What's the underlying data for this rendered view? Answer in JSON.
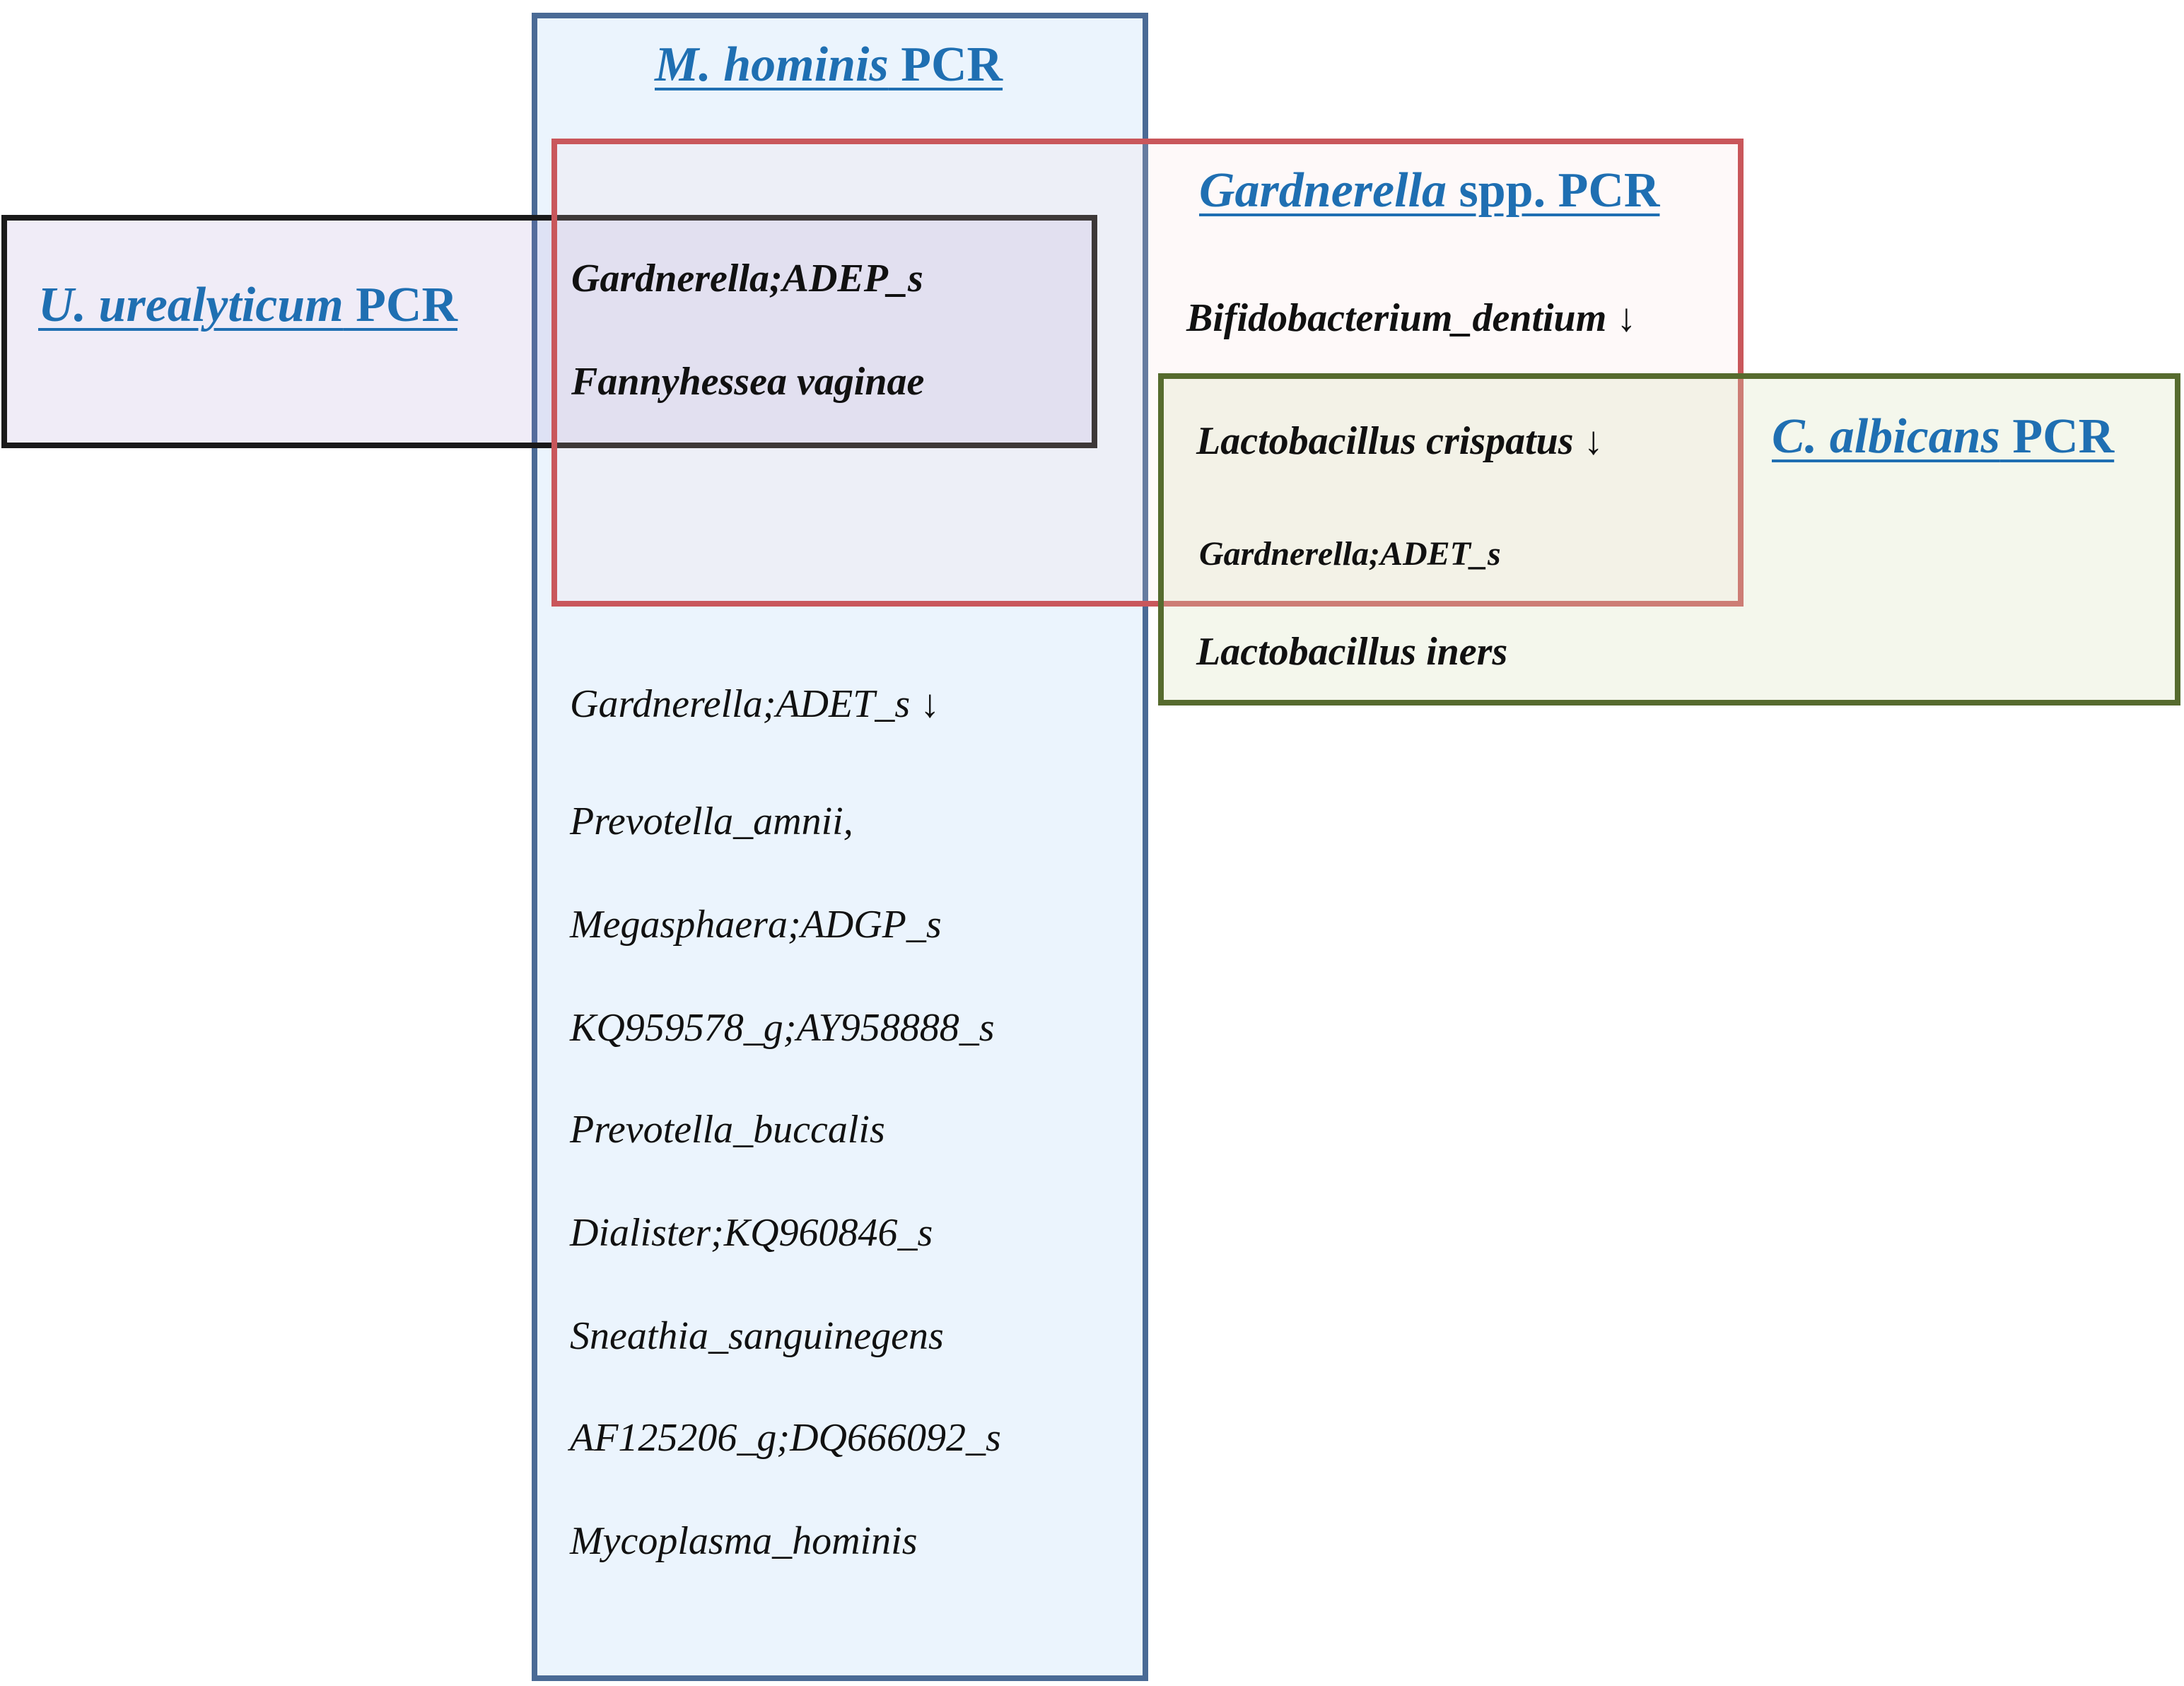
{
  "sets": {
    "m_hominis": {
      "title_italic": "M. hominis",
      "title_rest": " PCR"
    },
    "u_urealyticum": {
      "title_italic": "U. urealyticum",
      "title_rest": " PCR"
    },
    "gardnerella": {
      "title_italic": "Gardnerella",
      "title_rest": " spp. PCR"
    },
    "c_albicans": {
      "title_italic": "C. albicans",
      "title_rest": " PCR"
    }
  },
  "taxa": {
    "hominis_urea_gard": [
      "Gardnerella;ADEP_s",
      "Fannyhessea vaginae"
    ],
    "gard_only": {
      "name": "Bifidobacterium_dentium",
      "arrow": "↓"
    },
    "gard_calb": [
      {
        "name": "Lactobacillus crispatus",
        "arrow": "↓"
      },
      {
        "name": "Gardnerella;ADET_s",
        "arrow": ""
      }
    ],
    "calb_only": {
      "name": "Lactobacillus iners",
      "arrow": ""
    },
    "hominis_only": [
      {
        "name": "Gardnerella;ADET_s",
        "arrow": "↓"
      },
      {
        "name": "Prevotella_amnii,",
        "arrow": ""
      },
      {
        "name": "Megasphaera;ADGP_s",
        "arrow": ""
      },
      {
        "name": "KQ959578_g;AY958888_s",
        "arrow": ""
      },
      {
        "name": "Prevotella_buccalis",
        "arrow": ""
      },
      {
        "name": "Dialister;KQ960846_s",
        "arrow": ""
      },
      {
        "name": "Sneathia_sanguinegens",
        "arrow": ""
      },
      {
        "name": "AF125206_g;DQ666092_s",
        "arrow": ""
      },
      {
        "name": "Mycoplasma_hominis",
        "arrow": ""
      }
    ]
  },
  "colors": {
    "m_hominis_border": "#4a6a95",
    "u_urealyticum_border": "#1a1a1a",
    "gardnerella_border": "#c9575b",
    "c_albicans_border": "#566b2e",
    "title_text": "#1f6fb2"
  }
}
